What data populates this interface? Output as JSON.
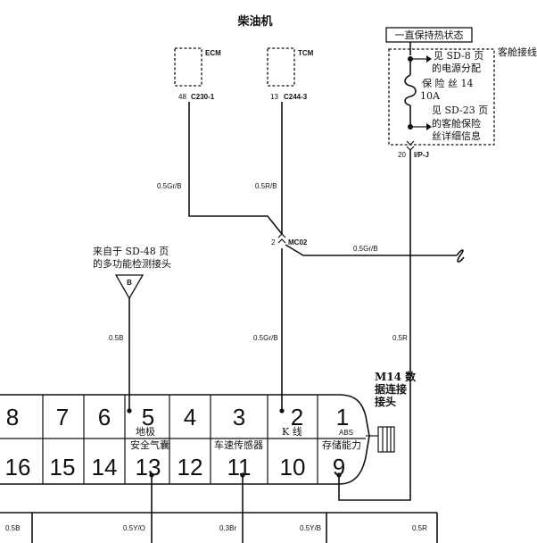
{
  "title": "柴油机",
  "ecm": {
    "name": "ECM",
    "pin": "48",
    "connector": "C230-1"
  },
  "tcm": {
    "name": "TCM",
    "pin": "13",
    "connector": "C244-3"
  },
  "power": {
    "label": "一直保持热状态",
    "right_label": "客舱接线",
    "note1_line1": "见 SD-8 页",
    "note1_line2": "的电源分配",
    "fuse_line1": "保 险 丝  14",
    "fuse_line2": "10A",
    "note2_line1": "见 SD-23 页",
    "note2_line2": "的客舱保险",
    "note2_line3": "丝详细信息",
    "pin": "20",
    "connector": "I/P-J"
  },
  "wires": {
    "ecm_wire": "0.5Gr/B",
    "tcm_wire": "0.5R/B",
    "mc02_pin": "2",
    "mc02": "MC02",
    "mc02_out": "0.5Gr/B",
    "b_wire": "0.5B",
    "k_wire": "0.5Gr/B",
    "power_wire": "0.5R",
    "bottom_left": "0.5B",
    "bottom_13": "0.5Y/O",
    "bottom_11": "0.3Br",
    "bottom_10": "0.5Y/B",
    "bottom_9": "0.5R"
  },
  "multifunction": {
    "line1": "来自于 SD-48 页",
    "line2": "的多功能检测接头",
    "tag": "B"
  },
  "connector": {
    "title_line1": "M14 数",
    "title_line2": "据连接",
    "title_line3": "接头",
    "top_pins": [
      "8",
      "7",
      "6",
      "5",
      "4",
      "3",
      "2",
      "1"
    ],
    "bottom_pins": [
      "16",
      "15",
      "14",
      "13",
      "12",
      "11",
      "10",
      "9"
    ],
    "label_ground": "地极",
    "label_kline": "K 线",
    "label_abs": "ABS",
    "label_airbag": "安全气囊",
    "label_speed": "车速传感器",
    "label_storage": "存储能力"
  }
}
